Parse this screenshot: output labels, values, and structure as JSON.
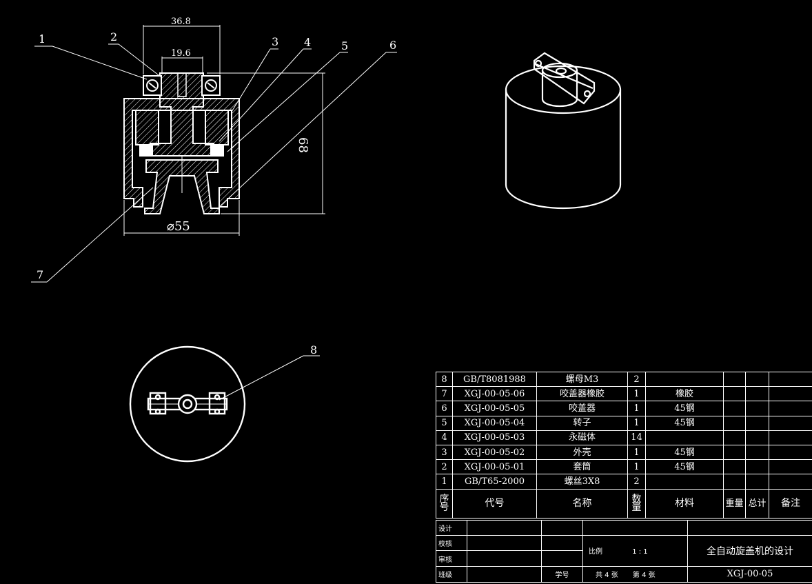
{
  "dimensions": {
    "width_top": "36.8",
    "width_inner": "19.6",
    "height": "68",
    "diameter": "⌀55"
  },
  "callouts": [
    "1",
    "2",
    "3",
    "4",
    "5",
    "6",
    "7",
    "8"
  ],
  "bom": {
    "rows": [
      {
        "no": "8",
        "code": "GB/T8081988",
        "name": "螺母M3",
        "qty": "2",
        "material": "",
        "weight": "",
        "total": "",
        "note": ""
      },
      {
        "no": "7",
        "code": "XGJ-00-05-06",
        "name": "咬盖器橡胶",
        "qty": "1",
        "material": "橡胶",
        "weight": "",
        "total": "",
        "note": ""
      },
      {
        "no": "6",
        "code": "XGJ-00-05-05",
        "name": "咬盖器",
        "qty": "1",
        "material": "45钢",
        "weight": "",
        "total": "",
        "note": ""
      },
      {
        "no": "5",
        "code": "XGJ-00-05-04",
        "name": "转子",
        "qty": "1",
        "material": "45钢",
        "weight": "",
        "total": "",
        "note": ""
      },
      {
        "no": "4",
        "code": "XGJ-00-05-03",
        "name": "永磁体",
        "qty": "14",
        "material": "",
        "weight": "",
        "total": "",
        "note": ""
      },
      {
        "no": "3",
        "code": "XGJ-00-05-02",
        "name": "外壳",
        "qty": "1",
        "material": "45钢",
        "weight": "",
        "total": "",
        "note": ""
      },
      {
        "no": "2",
        "code": "XGJ-00-05-01",
        "name": "套筒",
        "qty": "1",
        "material": "45钢",
        "weight": "",
        "total": "",
        "note": ""
      },
      {
        "no": "1",
        "code": "GB/T65-2000",
        "name": "螺丝3X8",
        "qty": "2",
        "material": "",
        "weight": "",
        "total": "",
        "note": ""
      }
    ],
    "header": {
      "no": "序号",
      "code": "代号",
      "name": "名称",
      "qty": "数量",
      "material": "材料",
      "weight": "重量",
      "total": "总计",
      "note": "备注"
    }
  },
  "title_block": {
    "design": "设计",
    "check": "校核",
    "review": "审核",
    "class": "班级",
    "student_no": "学号",
    "scale_label": "比例",
    "scale_value": "1 : 1",
    "title": "全自动旋盖机的设计",
    "sheets_total": "共 4  张",
    "sheet_no": "第 4  张",
    "drawing_code": "XGJ-00-05"
  }
}
